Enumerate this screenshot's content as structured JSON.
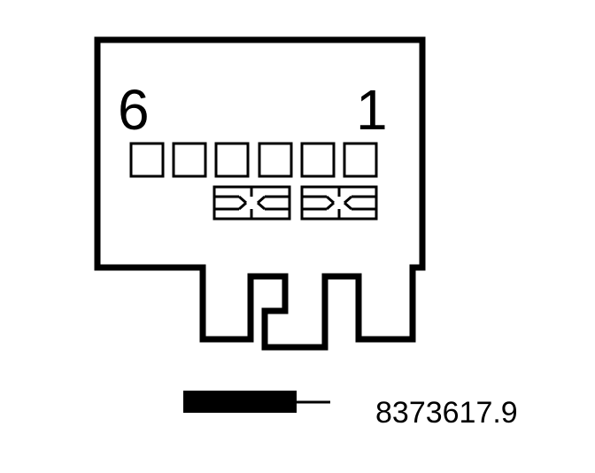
{
  "connector": {
    "pin_left_label": "6",
    "pin_right_label": "1",
    "pin_count": 6,
    "seal_count": 2
  },
  "wire": {
    "part_number": "8373617.9"
  },
  "colors": {
    "stroke": "#000000",
    "background": "#ffffff"
  }
}
